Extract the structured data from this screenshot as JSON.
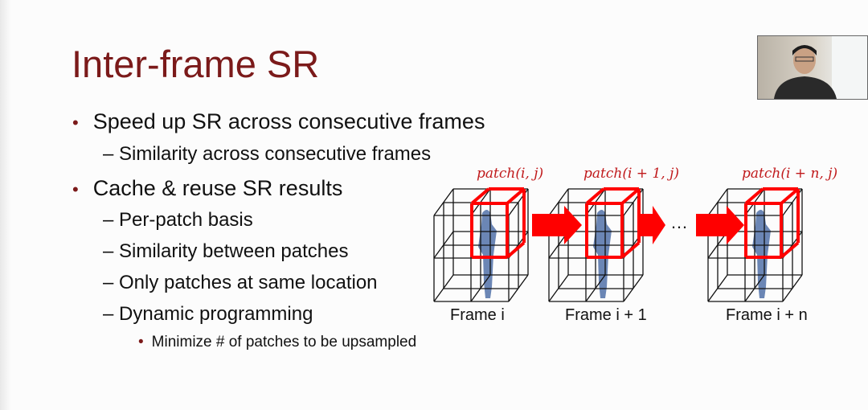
{
  "title": "Inter-frame SR",
  "bullets": [
    {
      "level": 1,
      "text": "Speed up SR across consecutive frames"
    },
    {
      "level": 2,
      "text": "– Similarity across consecutive frames"
    },
    {
      "level": 1,
      "text": "Cache & reuse SR results"
    },
    {
      "level": 2,
      "text": "– Per-patch basis"
    },
    {
      "level": 2,
      "text": "– Similarity between patches"
    },
    {
      "level": 2,
      "text": "– Only patches at same location"
    },
    {
      "level": 2,
      "text": "– Dynamic programming"
    },
    {
      "level": 3,
      "text": "Minimize # of patches to be upsampled"
    }
  ],
  "bullet_glyph": "•",
  "figure": {
    "patch_labels": [
      "patch(i, j)",
      "patch(i + 1, j)",
      "patch(i + n, j)"
    ],
    "frame_labels": [
      "Frame i",
      "Frame i + 1",
      "Frame i + n"
    ],
    "ellipsis": "…",
    "accent": "#ff0000"
  },
  "colors": {
    "title": "#7b1a1a",
    "patch_label": "#c0191b"
  }
}
